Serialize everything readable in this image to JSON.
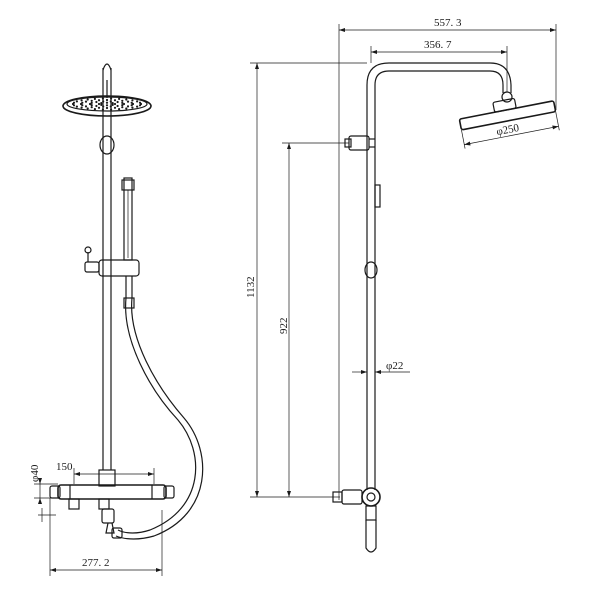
{
  "dimensions": {
    "total_width": "557. 3",
    "arm_reach": "356. 7",
    "head_diameter": "φ250",
    "total_height": "1132",
    "bracket_height": "922",
    "pipe_diameter": "φ22",
    "valve_centers": "150",
    "valve_width": "277. 2",
    "inlet_diameter": "φ40"
  },
  "colors": {
    "line": "#1a1a1a",
    "background": "#ffffff"
  }
}
